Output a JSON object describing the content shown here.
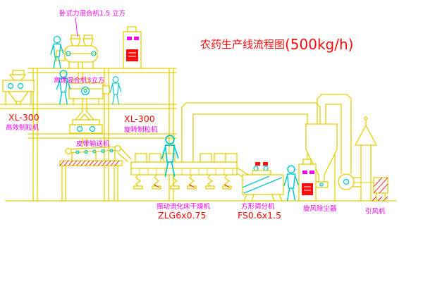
{
  "title": {
    "cn": "农药生产线流程图",
    "capacity": "(500kg/h)"
  },
  "labels": {
    "horizontal_mixer": "卧式力混合机1.5 立方",
    "high_speed_mixer": "高速混合机3立方",
    "left_granulator_model": "XL-300",
    "left_granulator_name": "高效制粒机",
    "rotary_granulator_model": "XL-300",
    "rotary_granulator_name": "旋转制粒机",
    "belt_conveyor": "皮带输送机",
    "fluid_bed_dryer": "振动流化床干燥机",
    "fluid_bed_dryer_model": "ZLG6x0.75",
    "square_sieve": "方形筛分机",
    "square_sieve_model": "FS0.6x1.5",
    "cyclone": "旋风除尘器",
    "induced_draft_fan": "引风机"
  },
  "colors": {
    "bg": "#ffffff",
    "line": "#e4d104",
    "cyan": "#00c8cf",
    "magenta": "#f800f8",
    "red": "#ff0b0b"
  }
}
